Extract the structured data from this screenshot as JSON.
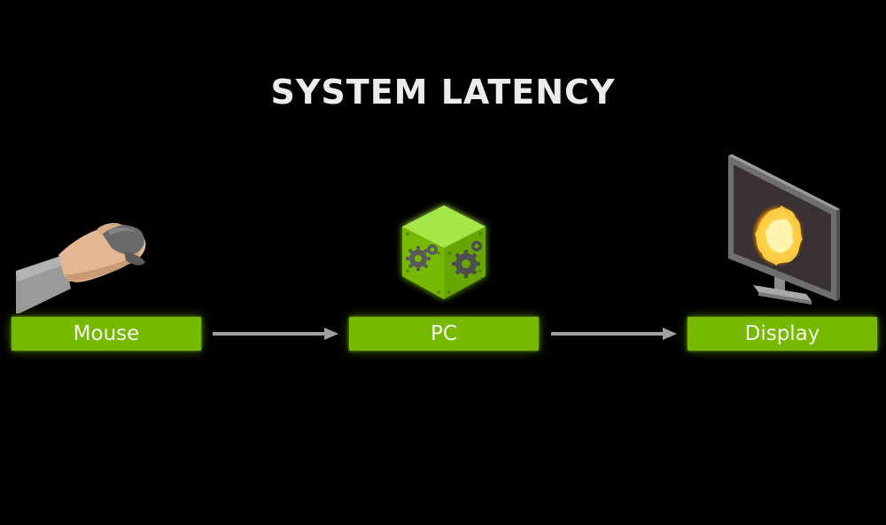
{
  "title": "SYSTEM LATENCY",
  "stages": [
    {
      "label": "Mouse",
      "icon": "hand-on-mouse-icon"
    },
    {
      "label": "PC",
      "icon": "gear-cube-icon"
    },
    {
      "label": "Display",
      "icon": "monitor-explosion-icon"
    }
  ],
  "colors": {
    "background": "#000000",
    "accent_green": "#76b900",
    "arrow_gray": "#a0a0a0",
    "title_text": "#ececec"
  }
}
